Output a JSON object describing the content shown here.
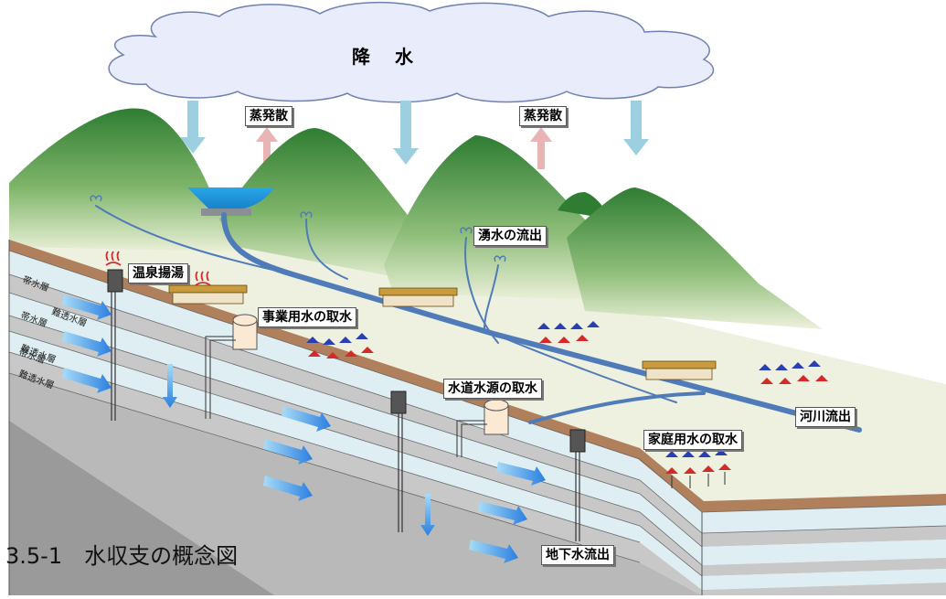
{
  "cloud": {
    "label": "降 水"
  },
  "labels": {
    "evap_left": "蒸発散",
    "evap_right": "蒸発散",
    "hot_spring": "温泉揚湯",
    "industrial": "事業用水の取水",
    "spring_outflow": "湧水の流出",
    "waterworks": "水道水源の取水",
    "river_outflow": "河川流出",
    "household": "家庭用水の取水",
    "groundwater_outflow": "地下水流出"
  },
  "layers": [
    "帯水層",
    "難透水層",
    "帯水層",
    "難透水層",
    "帯水層",
    "難透水層"
  ],
  "caption": "3.5-1　水収支の概念図",
  "colors": {
    "mountain": "#3d8f3a",
    "ground": "#eef0e0",
    "soil": "#b07f5c",
    "aquifer": "#dfeef2",
    "aquitard": "#c8c8c8",
    "river": "#4f7bb8",
    "flow_arrow": "#3a8fe0",
    "rain_arrow": "#9ccfe0",
    "evap_arrow": "#e8b4b4",
    "cloud": "#e8ecfb"
  }
}
